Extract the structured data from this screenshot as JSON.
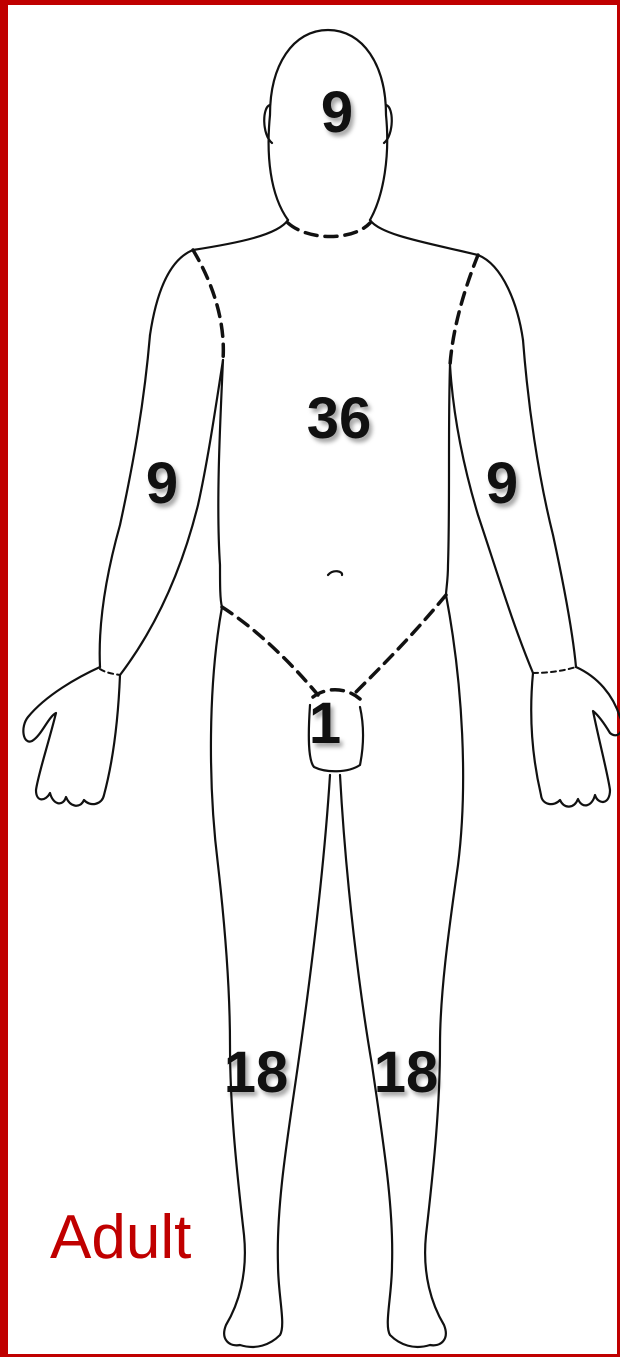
{
  "labels": {
    "head": "9",
    "trunk": "36",
    "right_arm": "9",
    "left_arm": "9",
    "perineum": "1",
    "right_leg": "18",
    "left_leg": "18"
  },
  "caption": "Adult",
  "colors": {
    "frame": "#c00000",
    "caption": "#c00000",
    "outline": "#111111",
    "labels": "#111111"
  }
}
